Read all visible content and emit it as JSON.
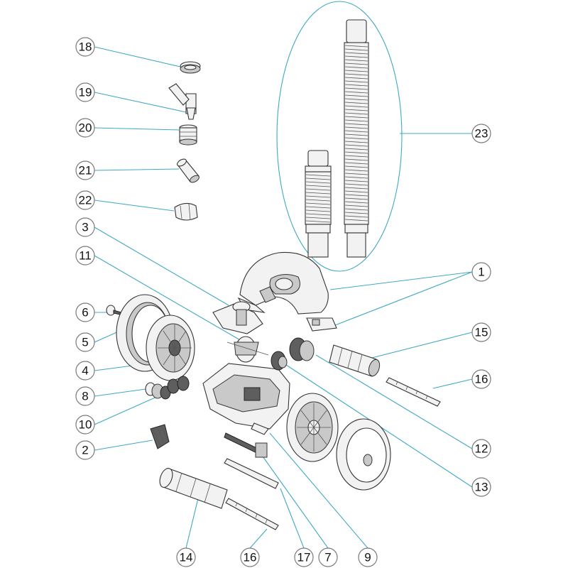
{
  "callouts": [
    {
      "id": "c18",
      "label": "18"
    },
    {
      "id": "c19",
      "label": "19"
    },
    {
      "id": "c20",
      "label": "20"
    },
    {
      "id": "c21",
      "label": "21"
    },
    {
      "id": "c22",
      "label": "22"
    },
    {
      "id": "c3",
      "label": "3"
    },
    {
      "id": "c11",
      "label": "11"
    },
    {
      "id": "c6",
      "label": "6"
    },
    {
      "id": "c5",
      "label": "5"
    },
    {
      "id": "c4",
      "label": "4"
    },
    {
      "id": "c8",
      "label": "8"
    },
    {
      "id": "c10",
      "label": "10"
    },
    {
      "id": "c2",
      "label": "2"
    },
    {
      "id": "c14",
      "label": "14"
    },
    {
      "id": "c16b",
      "label": "16"
    },
    {
      "id": "c17",
      "label": "17"
    },
    {
      "id": "c7",
      "label": "7"
    },
    {
      "id": "c9",
      "label": "9"
    },
    {
      "id": "c13",
      "label": "13"
    },
    {
      "id": "c12",
      "label": "12"
    },
    {
      "id": "c16r",
      "label": "16"
    },
    {
      "id": "c15",
      "label": "15"
    },
    {
      "id": "c1",
      "label": "1"
    },
    {
      "id": "c23",
      "label": "23"
    }
  ],
  "colors": {
    "leader_line": "#3fa9c4",
    "callout_border": "#7a7a7a",
    "part_outline": "#333333"
  }
}
